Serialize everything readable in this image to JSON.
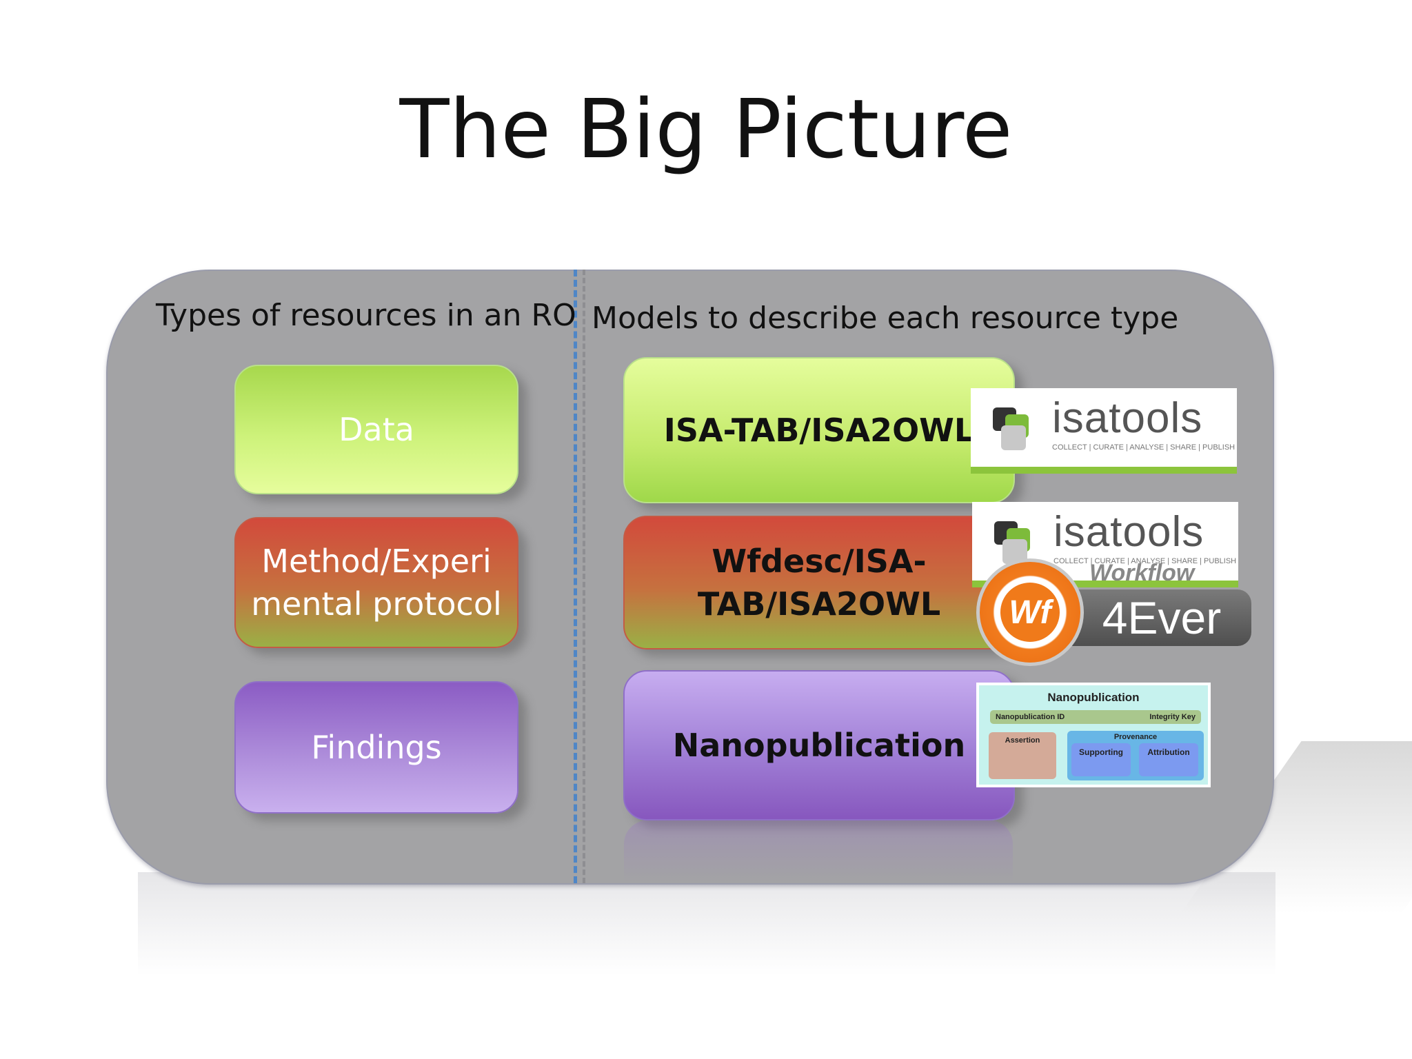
{
  "slide": {
    "title": "The Big Picture"
  },
  "panel": {
    "left_heading": "Types of resources in an RO",
    "right_heading": "Models to describe each resource type",
    "resource_types": [
      {
        "line1": "Data",
        "line2": ""
      },
      {
        "line1": "Method/Experi",
        "line2": "mental protocol"
      },
      {
        "line1": "Findings",
        "line2": ""
      }
    ],
    "models": [
      {
        "line1": "ISA-TAB/ISA2OWL",
        "line2": ""
      },
      {
        "line1": "Wfdesc/ISA-",
        "line2": "TAB/ISA2OWL"
      },
      {
        "line1": "Nanopublication",
        "line2": ""
      }
    ],
    "colors": {
      "panel": "#a3a3a5",
      "divider": "#4f86c6",
      "data_green": "#cdf27a",
      "method_red": "#d24a3c",
      "findings_purple": "#b090dc"
    }
  },
  "logos": {
    "isatools": {
      "word": "isatools",
      "tagline": "COLLECT | CURATE | ANALYSE | SHARE | PUBLISH",
      "icon": "isatools-logo-icon"
    },
    "wf4ever": {
      "workflow": "Workflow",
      "mark": "Wf",
      "name": "4Ever",
      "icon": "wf4ever-logo-icon"
    },
    "nanopub": {
      "title": "Nanopublication",
      "id": "Nanopublication ID",
      "integrity": "Integrity Key",
      "assertion": "Assertion",
      "provenance": "Provenance",
      "supporting": "Supporting",
      "attribution": "Attribution"
    }
  }
}
